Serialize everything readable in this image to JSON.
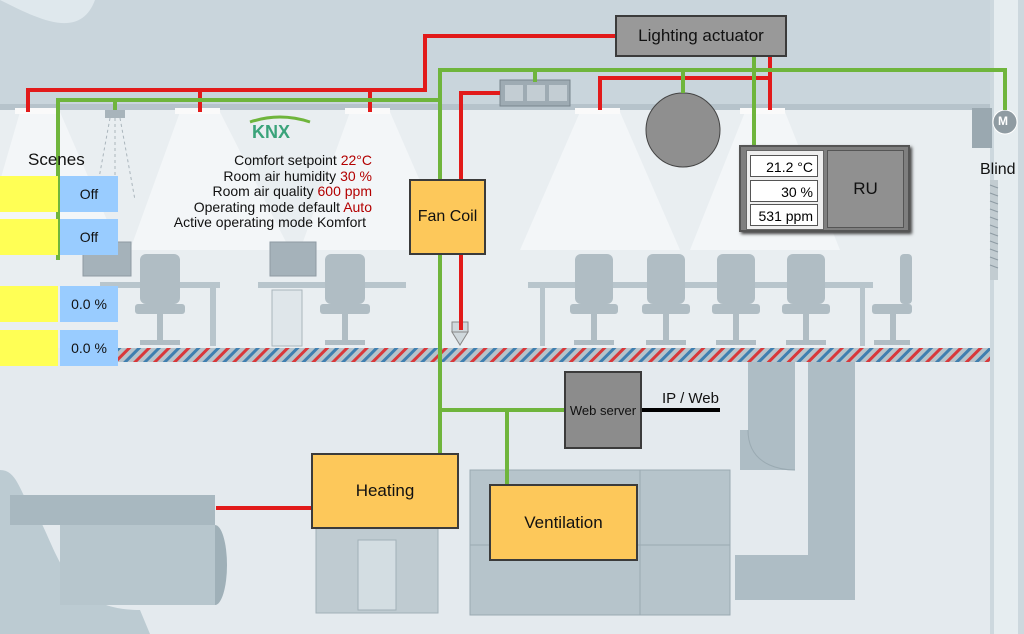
{
  "lighting_actuator": "Lighting actuator",
  "scenes_label": "Scenes",
  "scene_buttons": [
    "Off",
    "Off"
  ],
  "dimmer_values": [
    "0.0 %",
    "0.0 %"
  ],
  "knx_logo": "KNX",
  "info": {
    "comfort_label": "Comfort setpoint",
    "comfort_value": "22°C",
    "humidity_label": "Room air humidity",
    "humidity_value": "30 %",
    "quality_label": "Room air quality",
    "quality_value": "600 ppm",
    "mode_default_label": "Operating mode default",
    "mode_default_value": "Auto",
    "active_mode": "Active operating mode Komfort"
  },
  "fan_coil": "Fan Coil",
  "room_unit": {
    "label": "RU",
    "temperature": "21.2 °C",
    "humidity": "30 %",
    "air_quality": "531 ppm"
  },
  "blind_label": "Blind",
  "blind_motor": "M",
  "web_server": "Web server",
  "ip_web": "IP / Web",
  "heating": "Heating",
  "ventilation": "Ventilation",
  "colors": {
    "red_line": "#e21a1a",
    "green_line": "#6fb53c",
    "device_yellow": "#fdc85a",
    "scene_blue": "#99ccff",
    "scene_yellow": "#ffff55",
    "value_red": "#b30000"
  }
}
